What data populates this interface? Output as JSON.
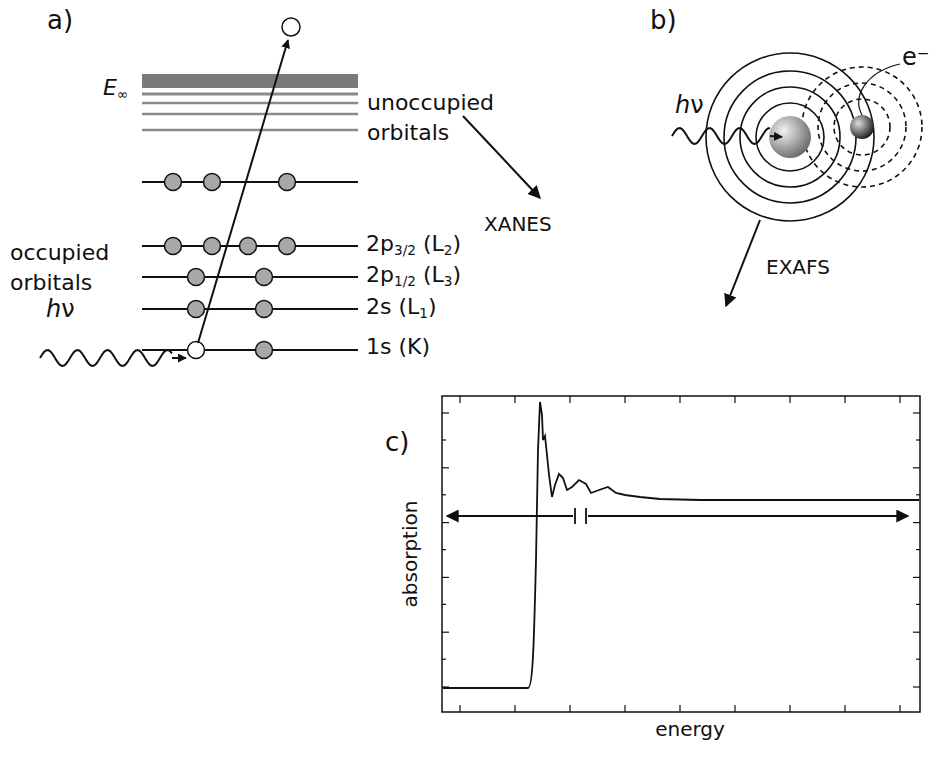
{
  "diagram": {
    "labels": [
      "a)",
      "E∞",
      "unoccupied orbitals",
      "occupied orbitals",
      "2p3/2 (L2)",
      "2p1/2 (L3)",
      "2s (L1)",
      "1s (K)",
      "hν",
      "b)",
      "e⁻",
      "hν",
      "XANES",
      "EXAFS",
      "c)",
      "absorption",
      "energy"
    ]
  }
}
